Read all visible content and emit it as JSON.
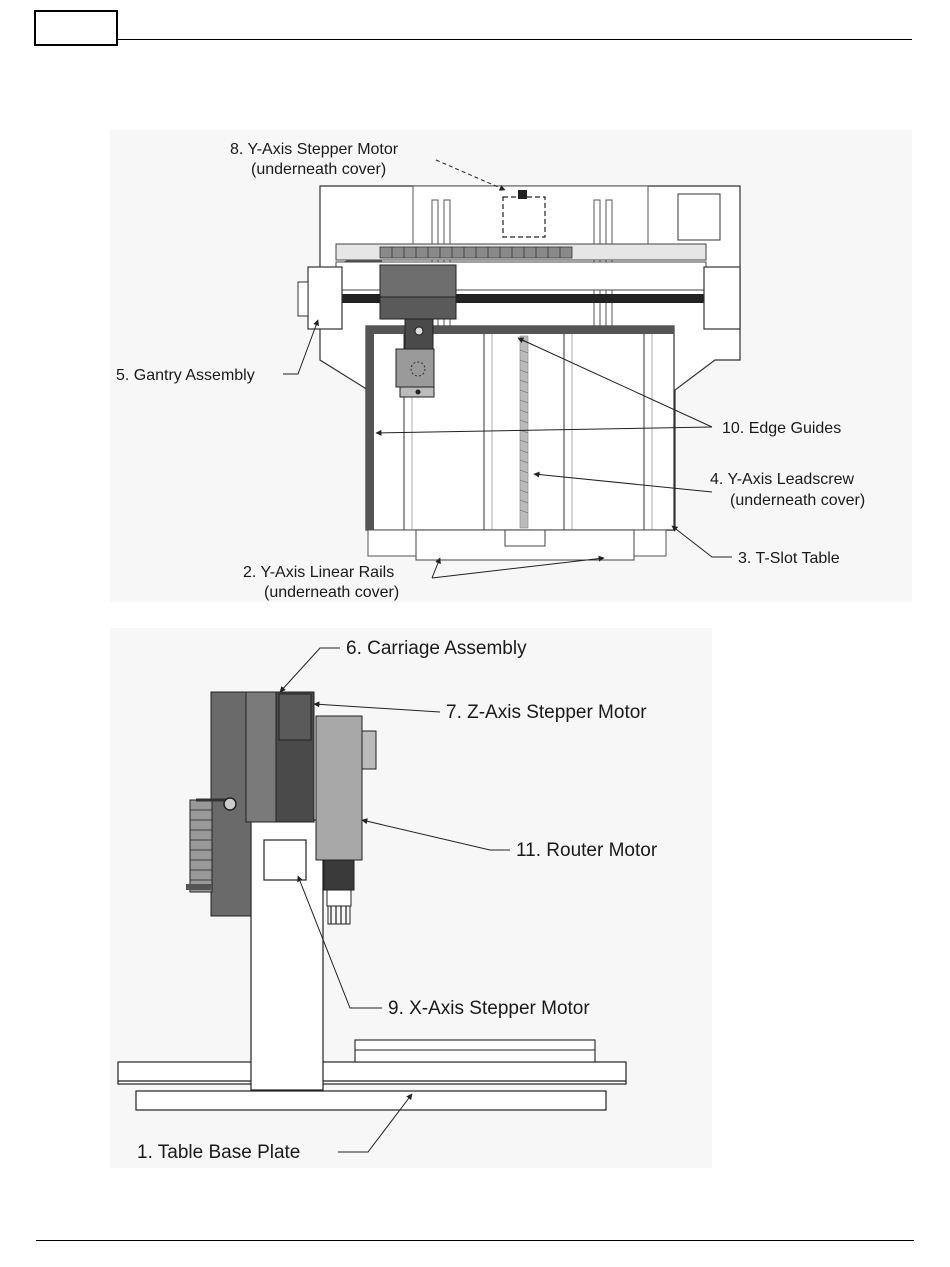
{
  "top_view": {
    "labels": {
      "y_stepper_line1": "8. Y-Axis Stepper Motor",
      "y_stepper_line2": "(underneath cover)",
      "gantry": "5. Gantry Assembly",
      "edge_guides": "10. Edge Guides",
      "leadscrew_line1": "4. Y-Axis Leadscrew",
      "leadscrew_line2": "(underneath cover)",
      "tslot": "3. T-Slot Table",
      "rails_line1": "2. Y-Axis Linear Rails",
      "rails_line2": "(underneath cover)"
    }
  },
  "side_view": {
    "labels": {
      "carriage": "6. Carriage Assembly",
      "z_stepper": "7. Z-Axis Stepper Motor",
      "router": "11. Router Motor",
      "x_stepper": "9. X-Axis Stepper Motor",
      "base_plate": "1. Table Base Plate"
    }
  },
  "colors": {
    "background_tint": "#f7f7f7",
    "dark_gray": "#555555",
    "mid_gray": "#8a8a8a",
    "light_gray": "#c8c8c8",
    "line": "#222222"
  }
}
